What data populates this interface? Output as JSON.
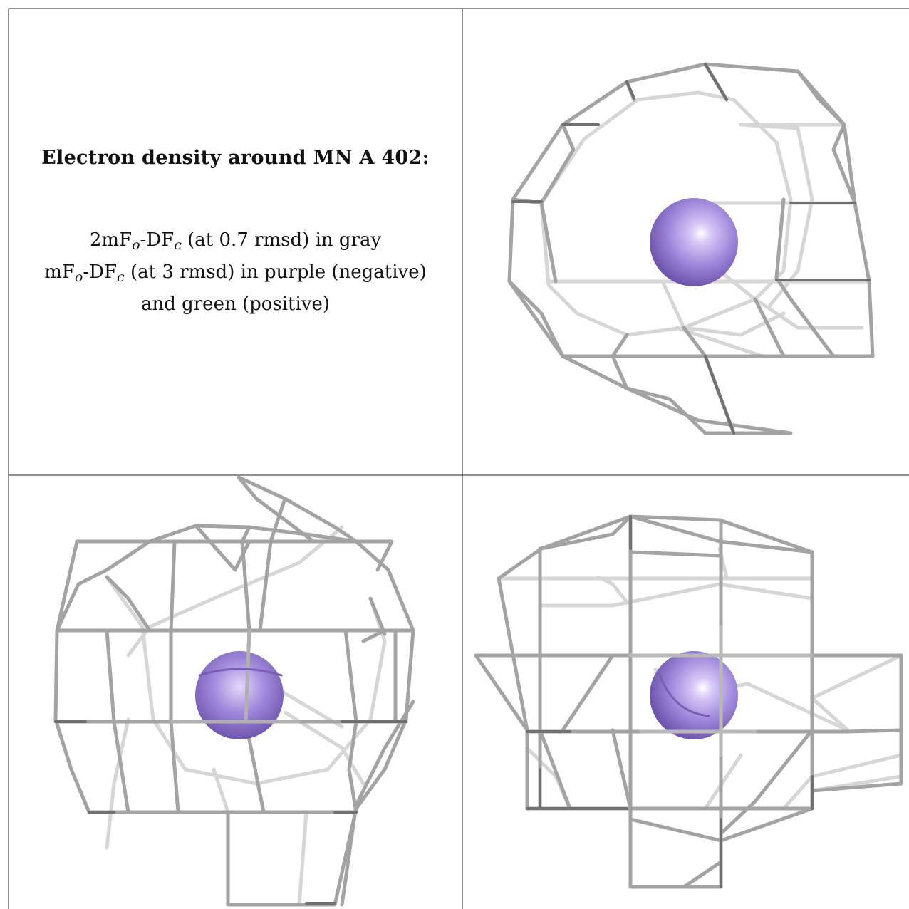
{
  "caption": {
    "title": "Electron density around MN A 402:",
    "map1": {
      "prefix": "2mF",
      "sub1": "o",
      "middle": "-DF",
      "sub2": "c",
      "suffix": " (at 0.7 rmsd) in gray"
    },
    "map2": {
      "prefix": "mF",
      "sub1": "o",
      "middle": "-DF",
      "sub2": "c",
      "suffix": " (at 3 rmsd) in purple (negative)"
    },
    "map3": "and green (positive)"
  },
  "colors": {
    "mesh_gray": "#9a9a9a",
    "mesh_light": "#d4d4d4",
    "mesh_dark": "#6e6e6e",
    "ion_purple": "#9b7fd6",
    "grid_line": "#222222"
  },
  "panels": [
    {
      "name": "view-1",
      "ion": "MN"
    },
    {
      "name": "view-2",
      "ion": "MN"
    },
    {
      "name": "view-3",
      "ion": "MN"
    }
  ]
}
